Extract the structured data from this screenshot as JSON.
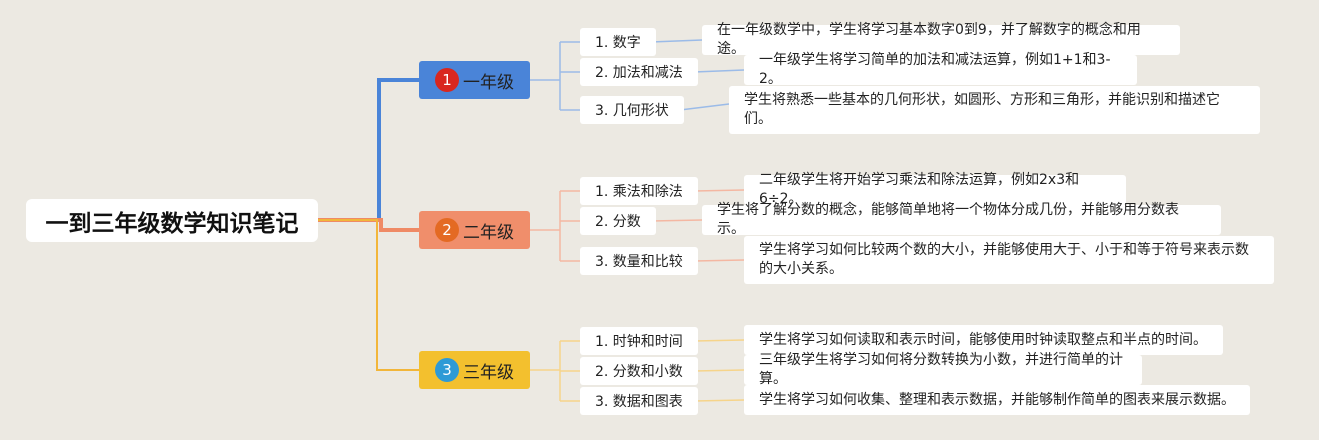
{
  "root": {
    "title": "一到三年级数学知识笔记"
  },
  "grades": [
    {
      "label": "一年级",
      "number": "1",
      "colors": {
        "fill": "#4a84d8",
        "line": "#4a84d8",
        "branch": "#9bbbe8",
        "badge": "#d9271f"
      },
      "topics": [
        {
          "label": "1. 数字",
          "desc": "在一年级数学中，学生将学习基本数字0到9，并了解数字的概念和用途。"
        },
        {
          "label": "2. 加法和减法",
          "desc": "一年级学生将学习简单的加法和减法运算，例如1+1和3-2。"
        },
        {
          "label": "3. 几何形状",
          "desc": "学生将熟悉一些基本的几何形状，如圆形、方形和三角形，并能识别和描述它们。"
        }
      ]
    },
    {
      "label": "二年级",
      "number": "2",
      "colors": {
        "fill": "#f08e6b",
        "line": "#ef8a65",
        "branch": "#f4b7a2",
        "badge": "#e46a23"
      },
      "topics": [
        {
          "label": "1. 乘法和除法",
          "desc": "二年级学生将开始学习乘法和除法运算，例如2x3和6÷2。"
        },
        {
          "label": "2. 分数",
          "desc": "学生将了解分数的概念，能够简单地将一个物体分成几份，并能够用分数表示。"
        },
        {
          "label": "3. 数量和比较",
          "desc": "学生将学习如何比较两个数的大小，并能够使用大于、小于和等于符号来表示数的大小关系。"
        }
      ]
    },
    {
      "label": "三年级",
      "number": "3",
      "colors": {
        "fill": "#f3c02e",
        "line": "#f2b63a",
        "branch": "#f6d48a",
        "badge": "#2e9ad6"
      },
      "topics": [
        {
          "label": "1. 时钟和时间",
          "desc": "学生将学习如何读取和表示时间，能够使用时钟读取整点和半点的时间。"
        },
        {
          "label": "2. 分数和小数",
          "desc": "三年级学生将学习如何将分数转换为小数，并进行简单的计算。"
        },
        {
          "label": "3. 数据和图表",
          "desc": "学生将学习如何收集、整理和表示数据，并能够制作简单的图表来展示数据。"
        }
      ]
    }
  ]
}
